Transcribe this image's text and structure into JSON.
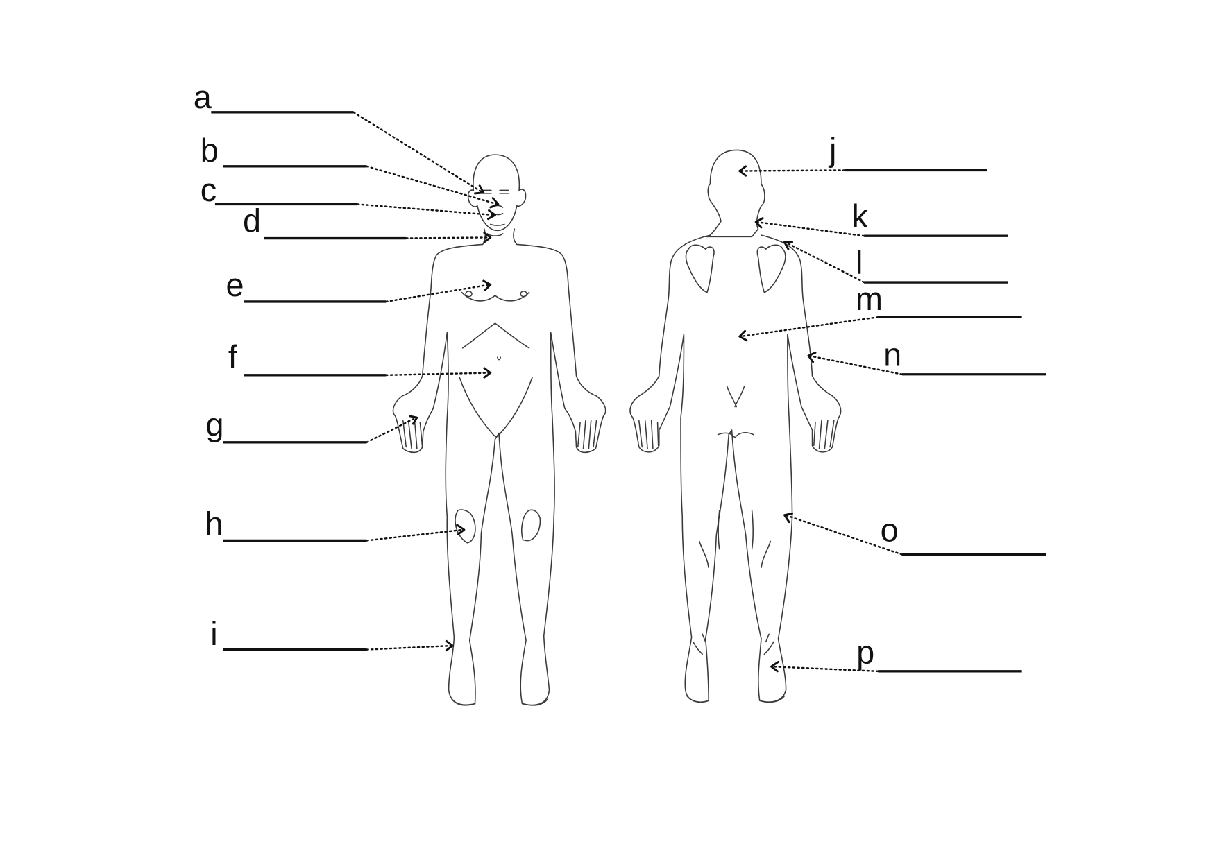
{
  "labels": {
    "front": [
      {
        "letter": "a"
      },
      {
        "letter": "b"
      },
      {
        "letter": "c"
      },
      {
        "letter": "d"
      },
      {
        "letter": "e"
      },
      {
        "letter": "f"
      },
      {
        "letter": "g"
      },
      {
        "letter": "h"
      },
      {
        "letter": "i"
      }
    ],
    "back": [
      {
        "letter": "j"
      },
      {
        "letter": "k"
      },
      {
        "letter": "l"
      },
      {
        "letter": "m"
      },
      {
        "letter": "n"
      },
      {
        "letter": "o"
      },
      {
        "letter": "p"
      }
    ]
  },
  "colors": {
    "ink": "#111111",
    "outline": "#3a3a3a",
    "background": "#ffffff"
  }
}
